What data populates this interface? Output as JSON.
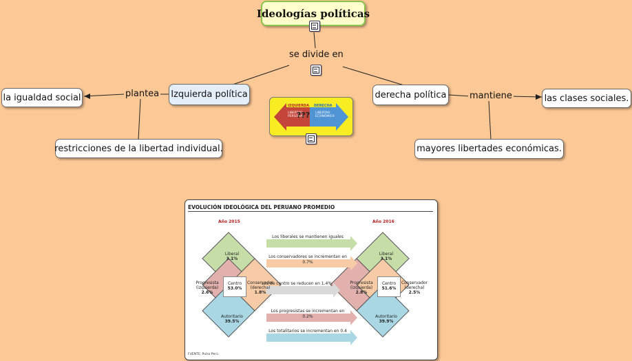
{
  "title": "Ideologías políticas",
  "link_divide": "se divide en",
  "left_node": "Izquierda política",
  "right_node": "derecha política",
  "link_plantea": "plantea",
  "link_mantiene": "mantiene",
  "left_concept_1": "la igualdad social",
  "left_concept_2": "restricciones de la libertad individual.",
  "right_concept_1": "las clases sociales.",
  "right_concept_2": "mayores libertades económicas.",
  "center_image": {
    "left_label": "IZQUIERDA",
    "right_label": "DERECHA",
    "left_sub": "LIBERTAD PERSONAL",
    "right_sub": "LIBERTAD ECONÓMICA",
    "question": "???"
  },
  "infographic": {
    "title": "EVOLUCIÓN IDEOLÓGICA DEL PERUANO PROMEDIO",
    "year_left": "Año 2015",
    "year_right": "Año 2016",
    "left": {
      "liberal": "Liberal",
      "liberal_val": "3.1%",
      "progresista": "Progresista (izquierda)",
      "progresista_val": "2.6%",
      "centro": "Centro",
      "centro_val": "53.0%",
      "conservador": "Conservador (derecha)",
      "conservador_val": "1.8%",
      "autoritario": "Autoritario",
      "autoritario_val": "39.5%"
    },
    "right": {
      "liberal": "Liberal",
      "liberal_val": "3.1%",
      "progresista": "Progresista (izquierda)",
      "progresista_val": "2.8%",
      "centro": "Centro",
      "centro_val": "51.6%",
      "conservador": "Conservador (derecha)",
      "conservador_val": "2.5%",
      "autoritario": "Autoritario",
      "autoritario_val": "39.9%"
    },
    "arrows": [
      "Los liberales se mantienen iguales",
      "Los conservadores se incrementan en 0.7%",
      "Los de centro se reducen en 1.4%",
      "Los progresistas se incrementan en 0.2%",
      "Los totalitarios se incrementan en 0.4"
    ],
    "source": "FUENTE: Pulso Perú"
  },
  "colors": {
    "background": "#FCC896",
    "liberal": "#C6DDA8",
    "progresista": "#E2B1AE",
    "conservador": "#F7CBA6",
    "autoritario": "#A9D7E4"
  }
}
